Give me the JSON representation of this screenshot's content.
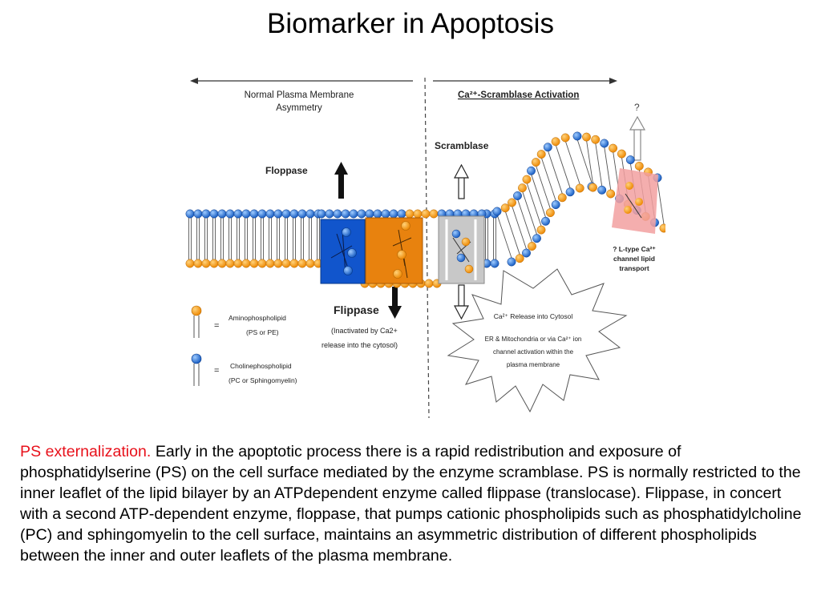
{
  "title": "Biomarker in Apoptosis",
  "diagram": {
    "left_header": [
      "Normal Plasma Membrane",
      "Asymmetry"
    ],
    "right_header": "Ca²⁺-Scramblase Activation",
    "floppase": "Floppase",
    "flippase": "Flippase",
    "flippase_note": [
      "(Inactivated by Ca2+",
      "release into the cytosol)"
    ],
    "scramblase": "Scramblase",
    "question": "?",
    "l_type": [
      "? L-type Ca²⁺",
      "channel lipid",
      "transport"
    ],
    "release": [
      "Ca²⁺ Release into Cytosol",
      "ER & Mitochondria or via Ca²⁺ ion",
      "channel activation within the",
      "plasma membrane"
    ],
    "legend": {
      "equals": "=",
      "amino": [
        "Aminophospholipid",
        "(PS or PE)"
      ],
      "choline": [
        "Cholinephospholipid",
        "(PC or Sphingomyelin)"
      ]
    },
    "colors": {
      "orange": "#f39a14",
      "blue": "#1f6fd6",
      "flippase_protein": "#e8820e",
      "floppase_protein": "#1155cc",
      "scramblase_protein": "#c8c8c8",
      "pink": "#f2a0a0"
    }
  },
  "paragraph": {
    "highlight": "PS externalization.",
    "text": " Early in the apoptotic process there is a rapid redistribution and exposure of phosphatidylserine (PS) on the cell surface mediated by the enzyme scramblase. PS is normally restricted to the inner leaflet of the lipid bilayer by an ATPdependent enzyme called flippase (translocase). Flippase, in concert with a second ATP-dependent enzyme, floppase, that pumps cationic phospholipids such as phosphatidylcholine (PC) and sphingomyelin to the cell surface, maintains an asymmetric distribution of different phospholipids between the inner and outer leaflets of the plasma membrane."
  }
}
